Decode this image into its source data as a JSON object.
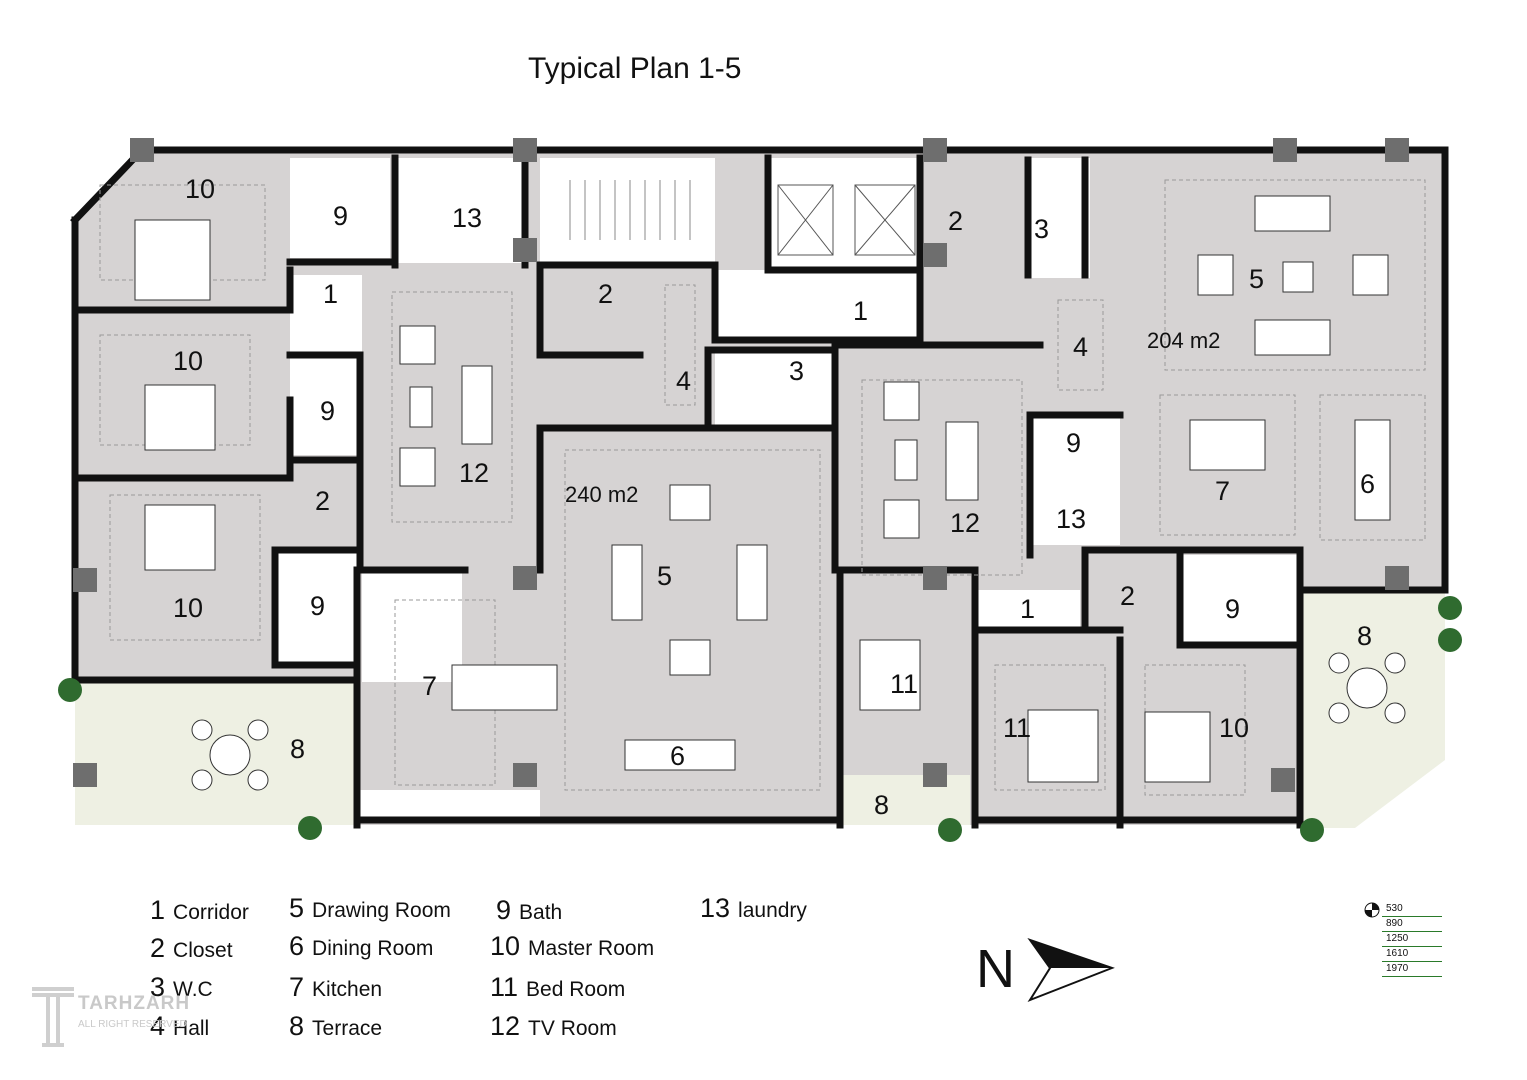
{
  "title": "Typical Plan 1-5",
  "areas": [
    "240 m2",
    "204 m2"
  ],
  "room_numbers": [
    "1",
    "2",
    "3",
    "4",
    "5",
    "6",
    "7",
    "8",
    "9",
    "10",
    "11",
    "12",
    "13"
  ],
  "legend": [
    {
      "num": "1",
      "label": "Corridor"
    },
    {
      "num": "2",
      "label": "Closet"
    },
    {
      "num": "3",
      "label": "W.C"
    },
    {
      "num": "4",
      "label": "Hall"
    },
    {
      "num": "5",
      "label": "Drawing Room"
    },
    {
      "num": "6",
      "label": "Dining Room"
    },
    {
      "num": "7",
      "label": "Kitchen"
    },
    {
      "num": "8",
      "label": "Terrace"
    },
    {
      "num": "9",
      "label": "Bath"
    },
    {
      "num": "10",
      "label": "Master Room"
    },
    {
      "num": "11",
      "label": "Bed Room"
    },
    {
      "num": "12",
      "label": "TV Room"
    },
    {
      "num": "13",
      "label": "laundry"
    }
  ],
  "north_label": "N",
  "levels": [
    "530",
    "890",
    "1250",
    "1610",
    "1970"
  ],
  "watermark": {
    "brand": "TARHZARH",
    "rights": "ALL RIGHT RESERVED"
  },
  "colors": {
    "wall": "#111111",
    "floor": "#d6d3d3",
    "terrace": "#eef0e3",
    "column": "#6e6e6e",
    "plant": "#2f6b2f"
  }
}
